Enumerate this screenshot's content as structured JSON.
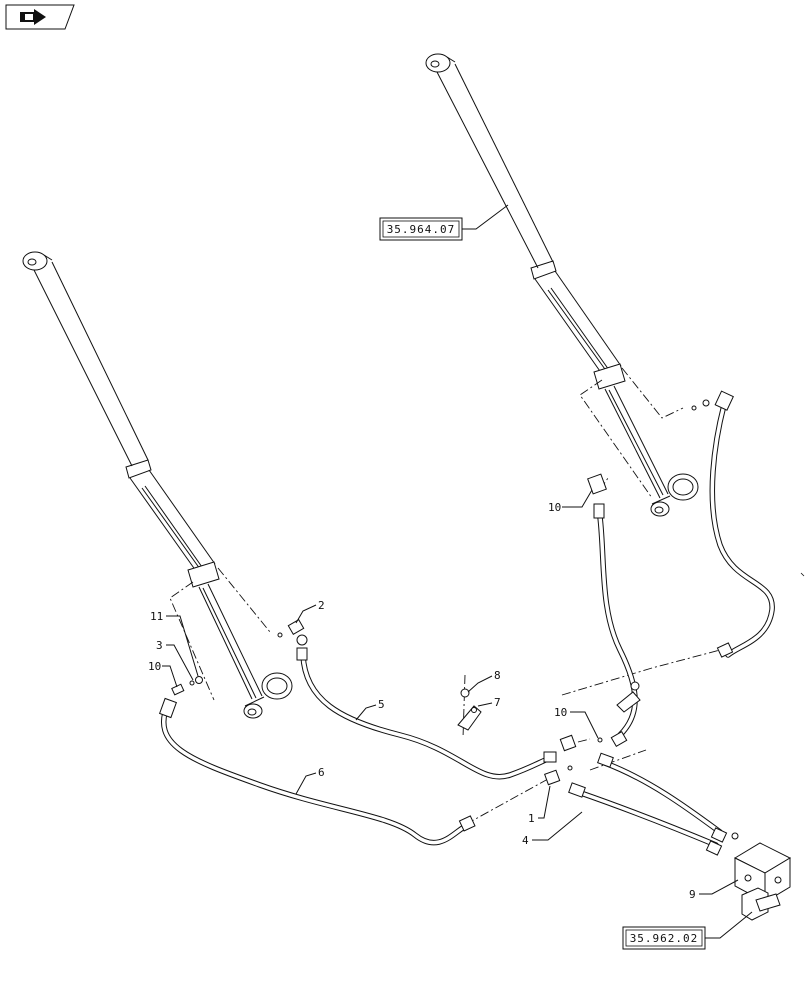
{
  "icon": "navigation-arrow-icon",
  "references": {
    "upper": "35.964.07",
    "lower": "35.962.02"
  },
  "callouts": {
    "c1": "1",
    "c2": "2",
    "c3": "3",
    "c4": "4",
    "c5": "5",
    "c6": "6",
    "c7": "7",
    "c8": "8",
    "c9": "9",
    "c10a": "10",
    "c10b": "10",
    "c10c": "10",
    "c11": "11"
  }
}
